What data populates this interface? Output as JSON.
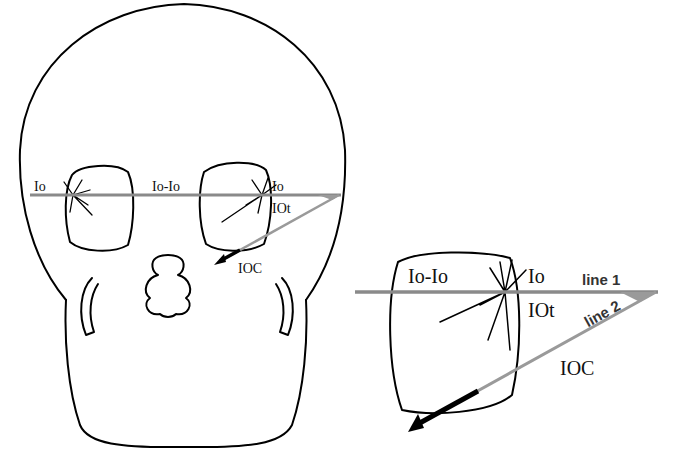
{
  "diagram": {
    "labels": [
      "Io",
      "Io-Io",
      "Io",
      "IOt",
      "IOC",
      "Io-Io",
      "Io",
      "line 1",
      "IOt",
      "line 2",
      "IOC"
    ]
  }
}
